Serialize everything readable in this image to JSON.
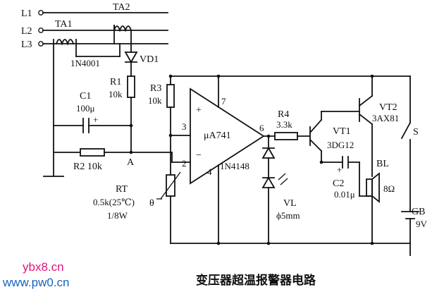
{
  "title": "变压器超温报警器电路",
  "watermark": {
    "line1": "ybx8.cn",
    "line2": "www.pw0.cn",
    "color1": "#e0147a",
    "color2": "#1565c0"
  },
  "lines": {
    "l1": "L1",
    "l2": "L2",
    "l3": "L3"
  },
  "components": {
    "ta1": "TA1",
    "ta2": "TA2",
    "vd1_type": "1N4001",
    "vd1": "VD1",
    "r1": "R1",
    "r1_val": "10k",
    "c1": "C1",
    "c1_val": "100μ",
    "c1_pol": "+",
    "r2": "R2 10k",
    "node_a": "A",
    "r3": "R3",
    "r3_val": "10k",
    "opamp": "μA741",
    "opamp_plus": "+",
    "opamp_minus": "−",
    "diode": "1N4148",
    "rt": "RT",
    "rt_val": "0.5k(25℃)",
    "rt_theta": "θ",
    "rt_power": "1/8W",
    "r4": "R4",
    "r4_val": "3.3k",
    "vt1": "VT1",
    "vt1_type": "3DG12",
    "vt2": "VT2",
    "vt2_type": "3AX81",
    "switch": "S",
    "bl": "BL",
    "bl_val": "8Ω",
    "c2": "C2",
    "c2_val": "0.01μ",
    "c2_pol": "+",
    "vl": "VL",
    "vl_val": "ϕ5mm",
    "gb": "GB",
    "gb_val": "9V"
  },
  "pins": {
    "p2": "2",
    "p3": "3",
    "p4": "4",
    "p6": "6",
    "p7": "7"
  }
}
